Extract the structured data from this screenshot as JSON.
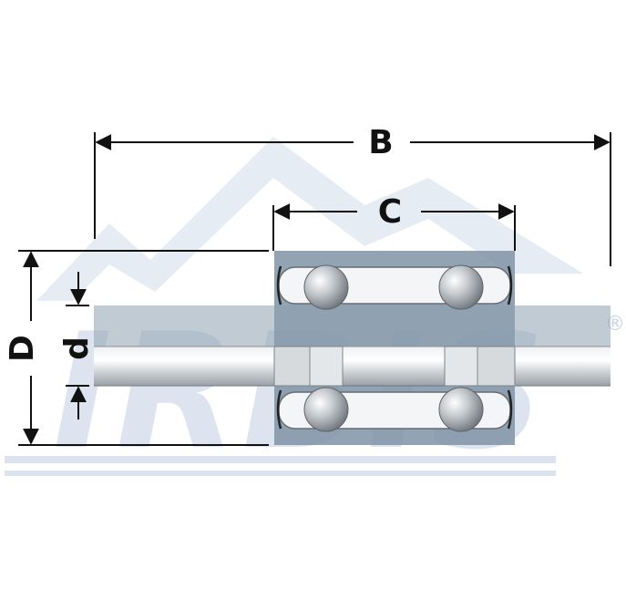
{
  "diagram": {
    "labels": {
      "B": "B",
      "C": "C",
      "D": "D",
      "d": "d"
    },
    "watermark": {
      "brand_text": "IRBIS",
      "registered_mark": "®"
    },
    "colors": {
      "background": "#ffffff",
      "housing_fill": "#7f93a6",
      "shaft_fill": "#c9ced3",
      "ball_fill": "#b5babf",
      "dimension_line": "#111111",
      "watermark": "#c7d3e6"
    }
  }
}
